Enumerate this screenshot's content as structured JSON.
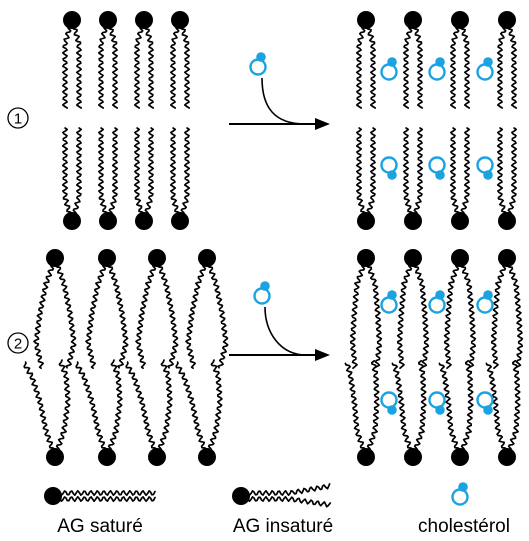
{
  "rows": [
    {
      "marker": "1",
      "type": "saturated"
    },
    {
      "marker": "2",
      "type": "unsaturated"
    }
  ],
  "legend": {
    "saturated": "AG saturé",
    "unsaturated": "AG insaturé",
    "cholesterol": "cholestérol"
  },
  "colors": {
    "lipid": "#000000",
    "cholesterol": "#1aa3e0"
  },
  "icons": [
    "phospholipid-head-icon",
    "cholesterol-icon",
    "arrow-icon"
  ]
}
